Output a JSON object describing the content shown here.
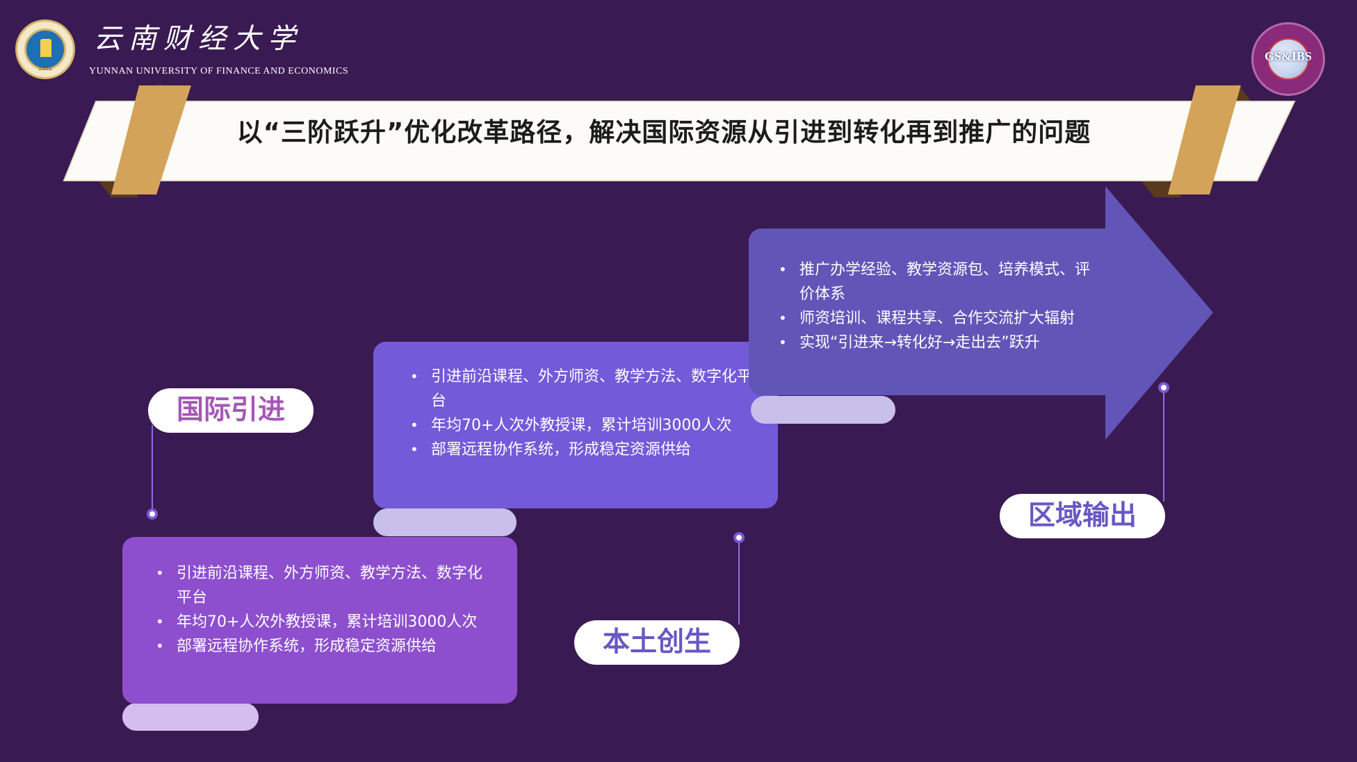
{
  "header": {
    "university_name_cn": "云南财经大学",
    "university_name_en": "YUNNAN UNIVERSITY OF FINANCE AND ECONOMICS",
    "left_logo_year": "1951",
    "right_logo_text": "GS&IBS"
  },
  "banner": {
    "title": "以“三阶跃升”优化改革路径，解决国际资源从引进到转化再到推广的问题"
  },
  "steps": [
    {
      "label": "国际引进",
      "bullets": [
        "引进前沿课程、外方师资、教学方法、数字化平台",
        "年均70+人次外教授课，累计培训3000人次",
        "部署远程协作系统，形成稳定资源供给"
      ]
    },
    {
      "label": "本土创生",
      "bullets": [
        "引进前沿课程、外方师资、教学方法、数字化平台",
        "年均70+人次外教授课，累计培训3000人次",
        "部署远程协作系统，形成稳定资源供给"
      ]
    },
    {
      "label": "区域输出",
      "bullets": [
        "推广办学经验、教学资源包、培养模式、评价体系",
        "师资培训、课程共享、合作交流扩大辐射",
        "实现“引进来→转化好→走出去”跃升"
      ]
    }
  ],
  "colors": {
    "background": "#3a1a52",
    "step1": "#8d4fce",
    "step2": "#735ad8",
    "step3": "#6255b8",
    "ribbon_gold": "#d4a35a"
  }
}
